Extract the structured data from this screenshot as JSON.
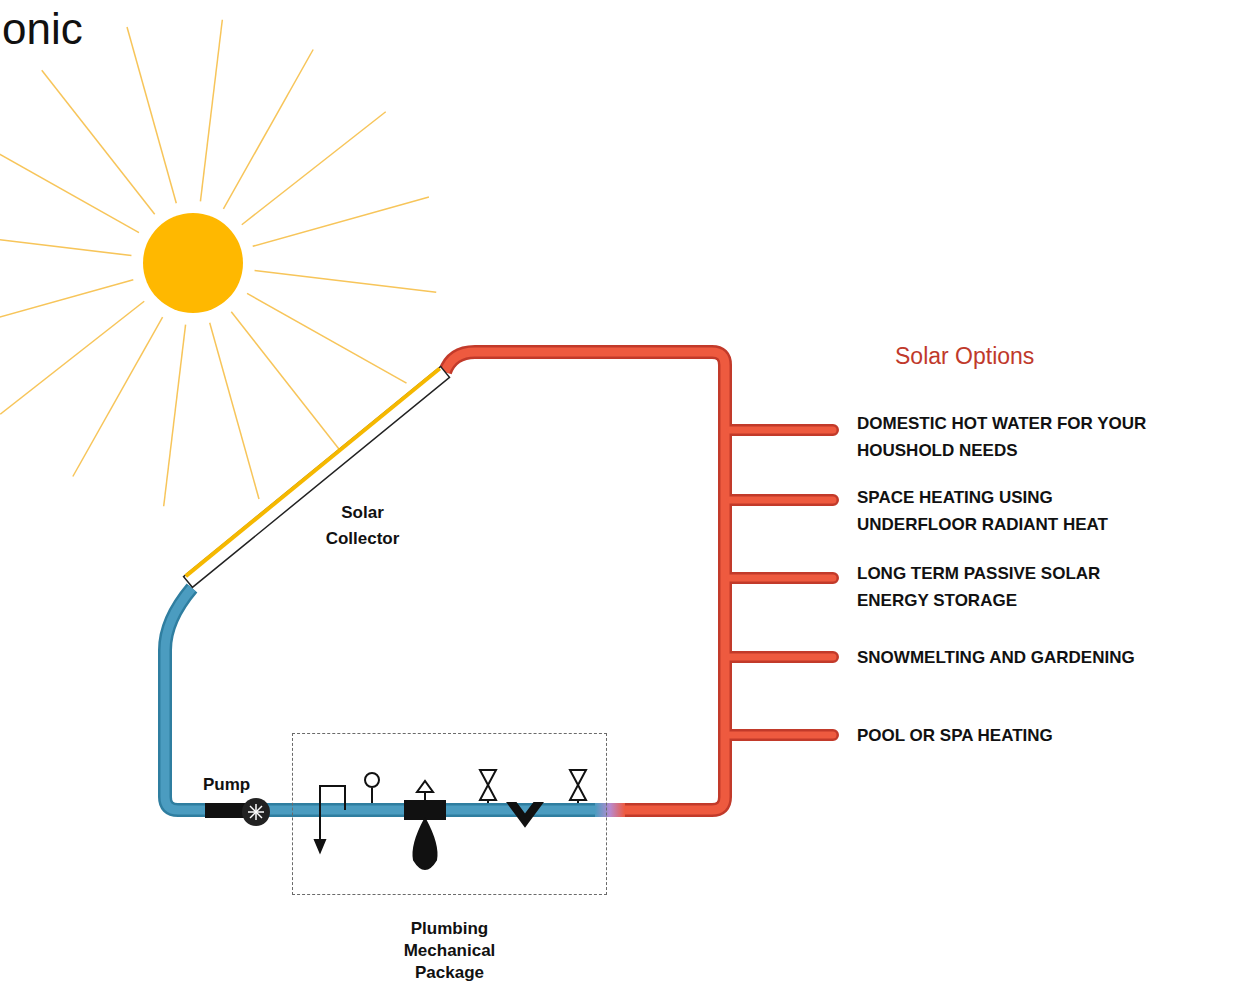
{
  "diagram": {
    "title": "onic",
    "nodes": [
      {
        "text": [
          "Plumbing Mechanical Package"
        ]
      }
    ],
    "labels": [
      "Solar Collector",
      "Pump",
      "Solar Options",
      "DOMESTIC HOT WATER FOR YOUR HOUSHOLD NEEDS",
      "SPACE HEATING USING UNDERFLOOR RADIANT HEAT",
      "LONG TERM PASSIVE SOLAR ENERGY STORAGE",
      "SNOWMELTING AND GARDENING",
      "POOL OR SPA HEATING"
    ]
  }
}
